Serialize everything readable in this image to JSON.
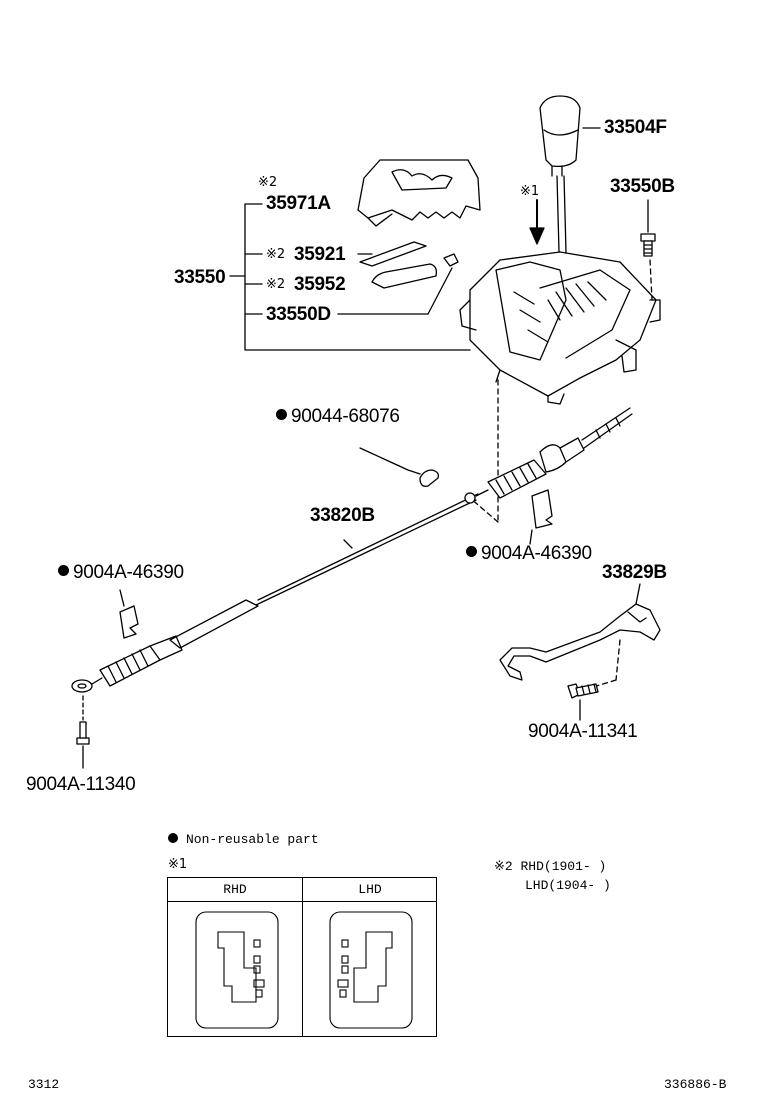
{
  "parts": {
    "knob": "33504F",
    "bolt_top": "33550B",
    "cover_mark": "※2",
    "cover": "35971A",
    "assembly": "33550",
    "plate_mark": "※2",
    "plate": "35921",
    "retainer_mark": "※2",
    "retainer": "35952",
    "sub_part": "33550D",
    "clip": "90044-68076",
    "cable": "33820B",
    "bracket_right": "9004A-46390",
    "bracket_left": "9004A-46390",
    "rod": "33829B",
    "bolt_right": "9004A-11341",
    "bolt_left": "9004A-11340",
    "arrow_mark": "※1"
  },
  "legend": {
    "non_reusable": "Non-reusable part",
    "note1_mark": "※1",
    "rhd_header": "RHD",
    "lhd_header": "LHD",
    "note2_line1": "※2 RHD(1901-     )",
    "note2_line2": "LHD(1904-     )"
  },
  "footer": {
    "page_code": "3312",
    "diagram_id": "336886-B"
  }
}
